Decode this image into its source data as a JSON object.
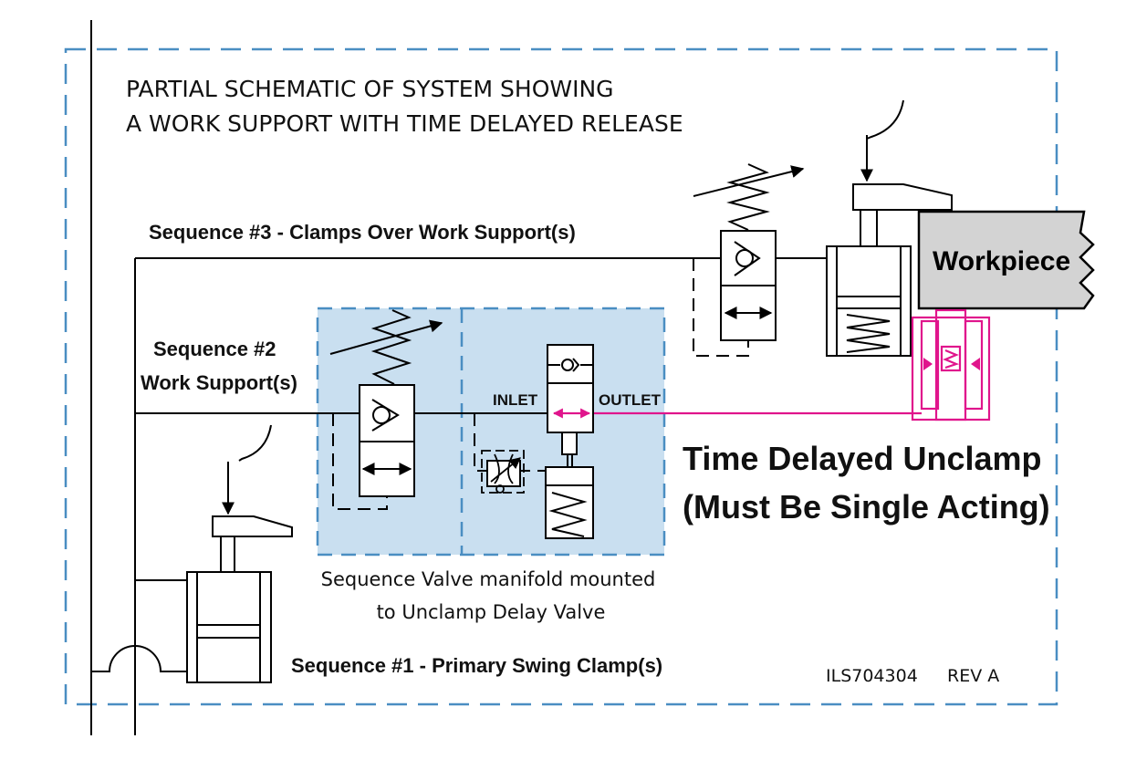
{
  "title": {
    "line1": "PARTIAL SCHEMATIC OF SYSTEM SHOWING",
    "line2": "A WORK SUPPORT WITH TIME DELAYED RELEASE"
  },
  "sequences": {
    "seq3": "Sequence #3 - Clamps Over Work Support(s)",
    "seq2_line1": "Sequence #2",
    "seq2_line2": "Work Support(s)",
    "seq1": "Sequence #1 - Primary Swing Clamp(s)"
  },
  "ports": {
    "inlet": "INLET",
    "outlet": "OUTLET"
  },
  "workpiece": "Workpiece",
  "callout": {
    "line1": "Time Delayed Unclamp",
    "line2": "(Must Be Single Acting)"
  },
  "manifold_caption": {
    "line1": "Sequence Valve manifold mounted",
    "line2": "to Unclamp Delay Valve"
  },
  "drawing_ref": {
    "number": "ILS704304",
    "revision": "REV A"
  },
  "colors": {
    "border": "#4a8ec2",
    "manifold_fill": "#c9dff0",
    "highlight": "#e0158c",
    "workpiece_fill": "#d3d3d3"
  }
}
